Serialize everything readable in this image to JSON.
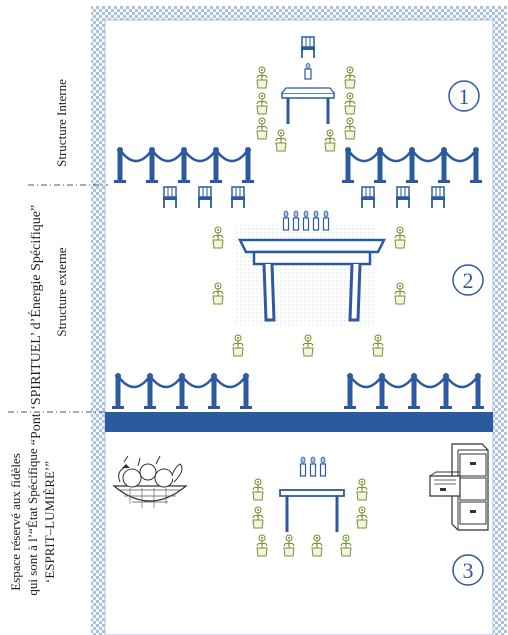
{
  "side_labels": {
    "bridge_title": "“Pont ‘SPIRITUEL’ d’Énergie Spécifique”",
    "internal_structure": "Structure Interne",
    "external_structure": "Structure externe",
    "reserved_space_line1": "Espace réservé aux fidèles",
    "reserved_space_line2": "qui sont à l’“État Spécifique",
    "reserved_space_line3": "‘ESPRIT–LUMIÈRE’”"
  },
  "zones": [
    {
      "number": "1"
    },
    {
      "number": "2"
    },
    {
      "number": "3"
    }
  ],
  "colors": {
    "primary_blue": "#2c5aa0",
    "light_blue": "#8fb0d8",
    "plant_green": "#6b8e23",
    "plant_pot": "#f3f5dc",
    "wall_pattern": "#a9c2e4"
  },
  "icons": {
    "chair": "chair-icon",
    "plant": "potted-plant-icon",
    "candle": "candle-icon",
    "fruit_basket": "fruit-basket-icon",
    "filing_cabinet": "filing-cabinet-icon",
    "table": "table-icon",
    "stanchion": "stanchion-barrier-icon"
  }
}
